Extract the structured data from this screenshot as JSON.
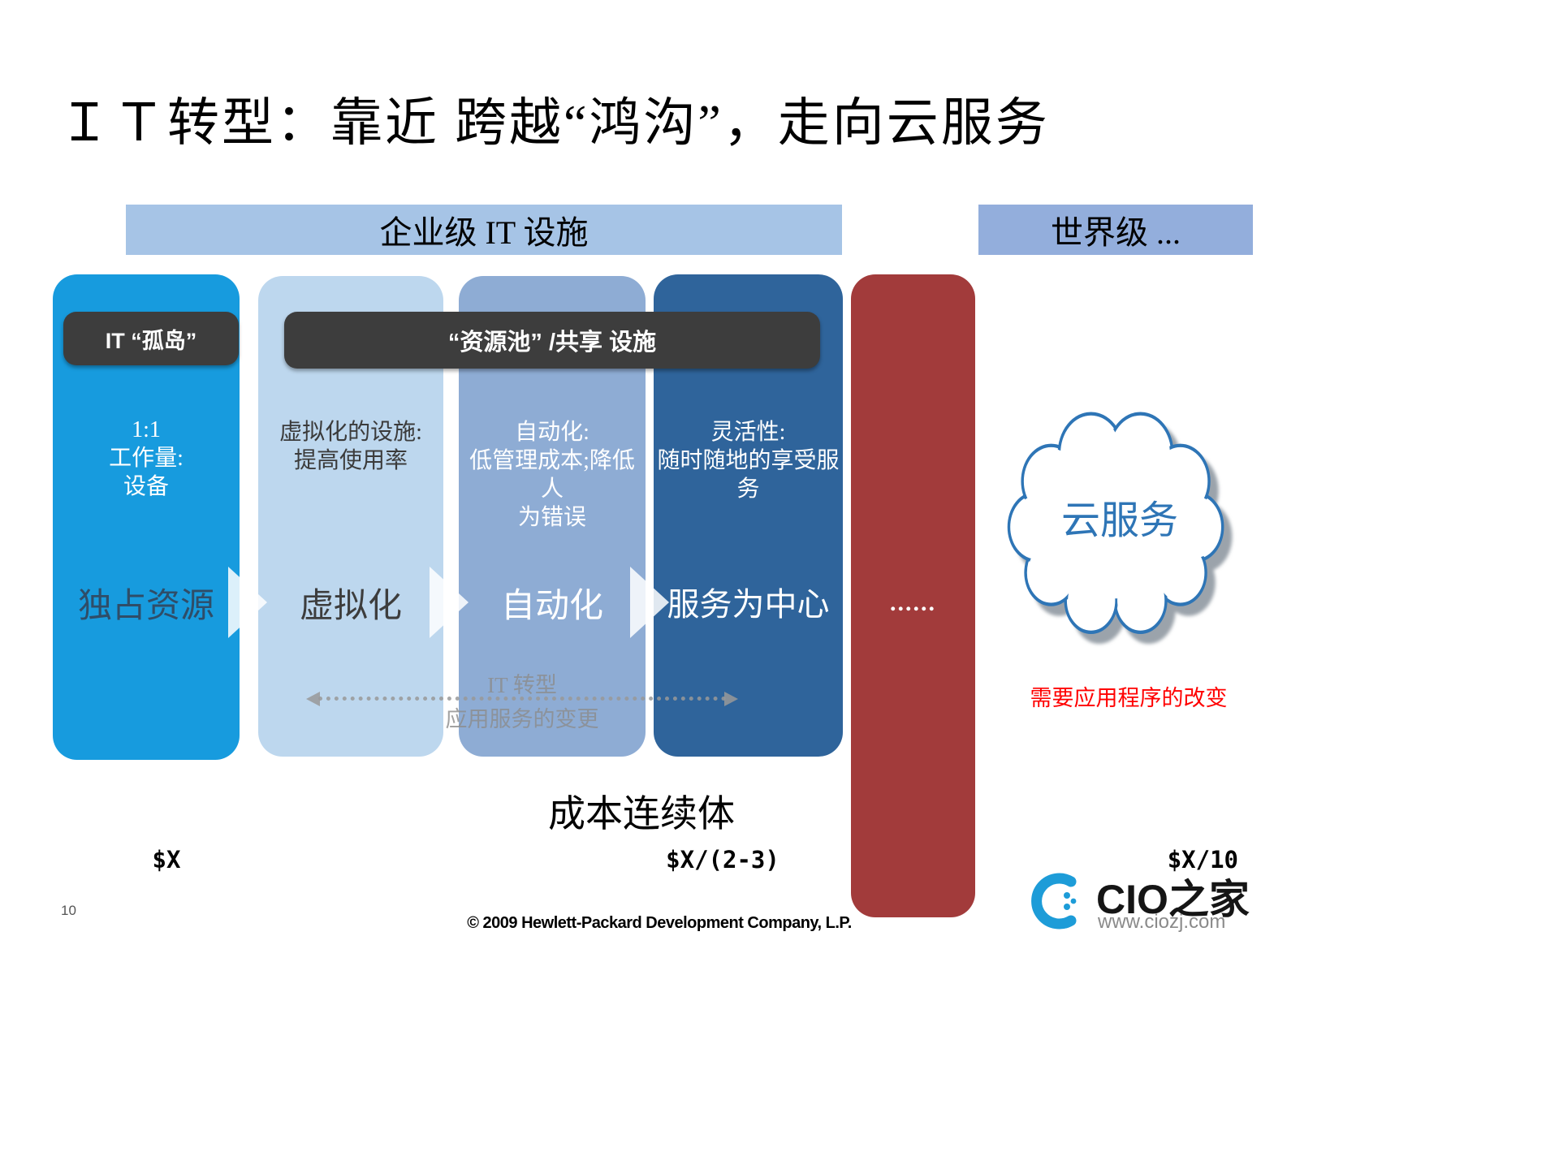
{
  "slide": {
    "title": "ＩＴ转型：靠近 跨越“鸿沟”，走向云服务",
    "page_number": "10",
    "copyright": "© 2009 Hewlett-Packard Development Company, L.P."
  },
  "headers": {
    "enterprise": "企业级 IT 设施",
    "world_class": "世界级 ..."
  },
  "badges": {
    "silo": "IT “孤岛”",
    "shared_pool": "“资源池” /共享 设施"
  },
  "columns": [
    {
      "stage": "独占资源",
      "desc": [
        "1:1",
        "工作量:",
        "设备"
      ]
    },
    {
      "stage": "虚拟化",
      "desc": [
        "虚拟化的设施:",
        "提高使用率"
      ]
    },
    {
      "stage": "自动化",
      "desc": [
        "自动化:",
        "低管理成本;降低人",
        "为错误"
      ]
    },
    {
      "stage": "服务为中心",
      "desc": [
        "灵活性:",
        "随时随地的享受服",
        "务"
      ]
    }
  ],
  "red_bar": {
    "dots": "......"
  },
  "cloud": {
    "label": "云服务",
    "note": "需要应用程序的改变"
  },
  "transition": {
    "top_label": "IT 转型",
    "bottom_label": "应用服务的变更"
  },
  "cost": {
    "title": "成本连续体",
    "left": "$X",
    "middle": "$X/(2-3)",
    "right": "$X/10"
  },
  "logo": {
    "name": "CIO之家",
    "url": "www.ciozj.com"
  },
  "colors": {
    "column_silo": "#179bde",
    "column_virtualization": "#bdd7ee",
    "column_automation": "#8eacd4",
    "column_service": "#2f649b",
    "red_bar": "#a23b3b",
    "enterprise_header": "#a6c4e6",
    "world_header": "#93aedc",
    "badge": "#3d3d3d",
    "cloud_outline": "#2e75b6",
    "note_red": "#ff0000",
    "logo_blue": "#1d9cd8"
  }
}
